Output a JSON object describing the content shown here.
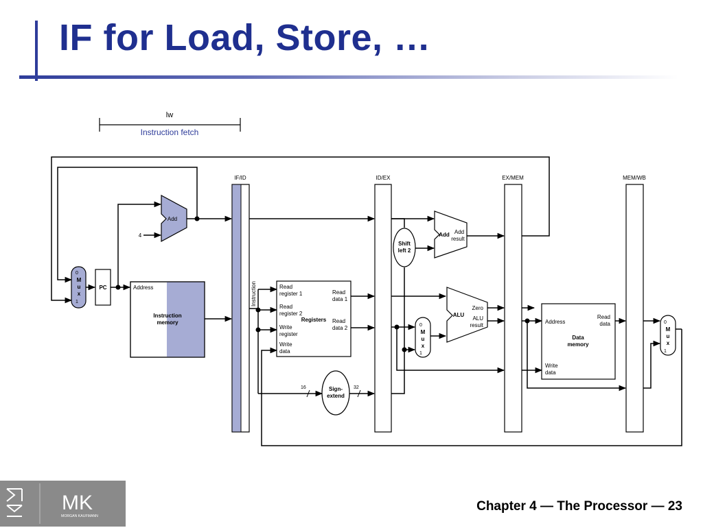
{
  "slide": {
    "title": "IF for Load, Store, …",
    "footer": "Chapter 4 — The Processor — 23"
  },
  "logo": {
    "mark": "MK",
    "publisher": "MORGAN KAUFMANN",
    "icon": "mk-side-icon"
  },
  "colors": {
    "title": "#1f2f8f",
    "accent_bar": "#2e3c9a",
    "highlight": "#a6acd4",
    "logo_bg": "#8a8a8a"
  },
  "diagram": {
    "stage_bracket": {
      "instruction": "lw",
      "stage": "Instruction fetch"
    },
    "pipeline_registers": [
      "IF/ID",
      "ID/EX",
      "EX/MEM",
      "MEM/WB"
    ],
    "pc_adder": {
      "label": "Add",
      "constant": "4"
    },
    "pc": "PC",
    "mux_if": [
      "0",
      "M",
      "u",
      "x",
      "1"
    ],
    "instruction_memory": {
      "address": "Address",
      "name_line1": "Instruction",
      "name_line2": "memory"
    },
    "instruction_label": "Instruction",
    "registers": {
      "name": "Registers",
      "read_reg1": [
        "Read",
        "register 1"
      ],
      "read_reg2": [
        "Read",
        "register 2"
      ],
      "write_reg": [
        "Write",
        "register"
      ],
      "write_data": [
        "Write",
        "data"
      ],
      "read_data1": [
        "Read",
        "data 1"
      ],
      "read_data2": [
        "Read",
        "data 2"
      ]
    },
    "sign_extend": {
      "line1": "Sign-",
      "line2": "extend",
      "in_bits": "16",
      "out_bits": "32"
    },
    "shift_left": {
      "line1": "Shift",
      "line2": "left 2"
    },
    "branch_adder": {
      "label": "Add",
      "result_line1": "Add",
      "result_line2": "result"
    },
    "alu": {
      "label": "ALU",
      "zero": "Zero",
      "result_line1": "ALU",
      "result_line2": "result"
    },
    "mux_ex": [
      "0",
      "M",
      "u",
      "x",
      "1"
    ],
    "data_memory": {
      "address": "Address",
      "read_data": [
        "Read",
        "data"
      ],
      "write_data": [
        "Write",
        "data"
      ],
      "name_line1": "Data",
      "name_line2": "memory"
    },
    "mux_wb": [
      "0",
      "M",
      "u",
      "x",
      "1"
    ]
  }
}
